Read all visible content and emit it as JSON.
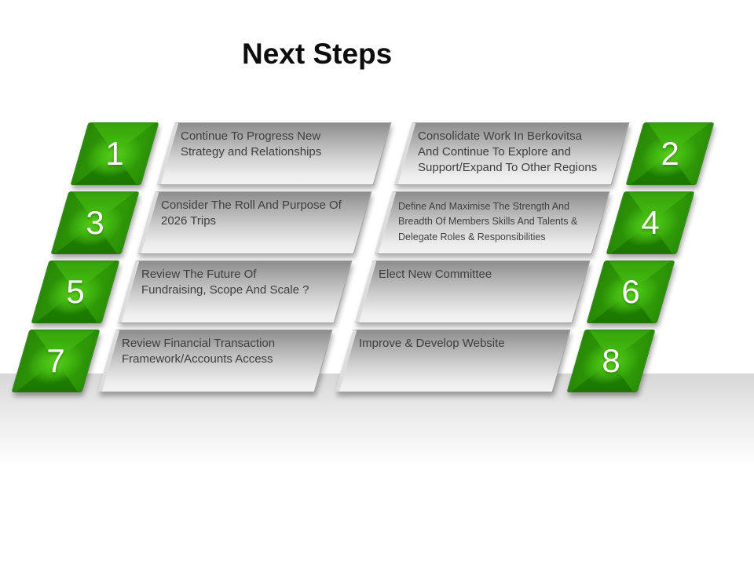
{
  "slide": {
    "title": "Next Steps"
  },
  "colors": {
    "badge_green_center": "#55cb1d",
    "badge_green_dark": "#1e7c02",
    "box_gradient_top": "#8d8d8d",
    "box_gradient_bottom": "#f3f3f3",
    "body_text": "#3e3e3e",
    "title_text": "#0d0d0d",
    "floor_gray": "#d7d7d7"
  },
  "rows": [
    {
      "left_badge": "1",
      "left_text": "Continue To Progress New\nStrategy and Relationships",
      "right_text": "Consolidate Work In Berkovitsa\nAnd Continue To Explore and\nSupport/Expand To Other Regions",
      "right_badge": "2"
    },
    {
      "left_badge": "3",
      "left_text": "Consider The Roll And Purpose Of\n2026 Trips",
      "right_text": "Define And Maximise The Strength And\nBreadth Of Members Skills And Talents &\nDelegate Roles & Responsibilities",
      "right_badge": "4"
    },
    {
      "left_badge": "5",
      "left_text": "Review The Future Of\nFundraising, Scope And Scale ?",
      "right_text": "Elect New Committee",
      "right_badge": "6"
    },
    {
      "left_badge": "7",
      "left_text": "Review Financial Transaction\nFramework/Accounts Access",
      "right_text": "Improve & Develop Website",
      "right_badge": "8"
    }
  ]
}
